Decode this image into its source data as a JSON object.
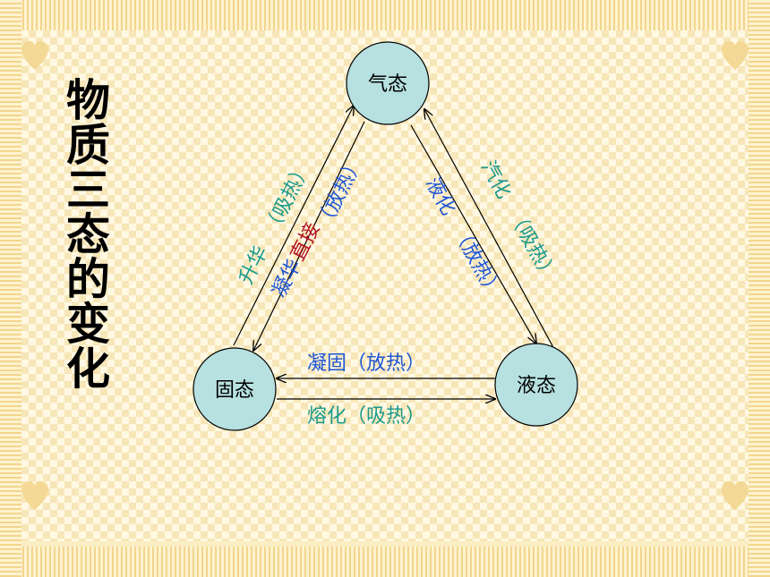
{
  "title": "物质三态的变化",
  "colors": {
    "node_fill": "#b7e0e0",
    "absorb_heat": "#1a9a8c",
    "release_heat": "#1f55d4",
    "direct": "#b01020",
    "arrow": "#000000"
  },
  "nodes": {
    "gas": "气态",
    "solid": "固态",
    "liquid": "液态"
  },
  "transitions": {
    "sublimation": {
      "name": "升华",
      "heat": "（吸热）"
    },
    "deposition": {
      "prefix": "直接",
      "name": "凝华",
      "heat": "（放热）"
    },
    "vaporization": {
      "name": "汽化",
      "heat": "（吸热）"
    },
    "liquefaction": {
      "name": "液化",
      "heat": "（放热）"
    },
    "solidification": {
      "text": "凝固（放热）"
    },
    "melting": {
      "text": "熔化（吸热）"
    }
  }
}
